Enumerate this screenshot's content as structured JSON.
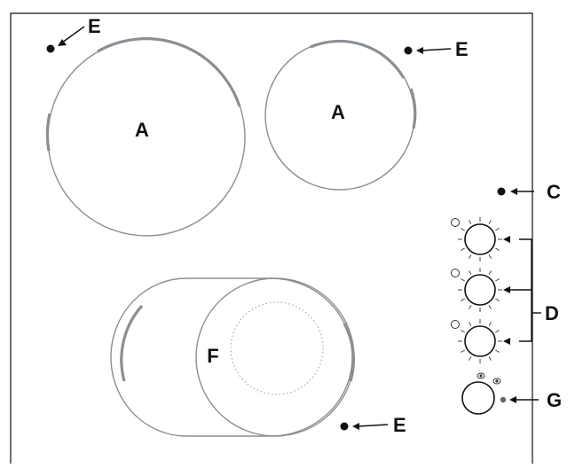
{
  "labels": {
    "zone_large": "A",
    "zone_medium": "A",
    "zone_oval": "F",
    "indicator": "C",
    "knobs": "D",
    "dual_knob": "G",
    "corner": "E"
  },
  "colors": {
    "outline": "#111111",
    "zone_outline": "#8a8f94"
  },
  "icons": {
    "knob_symbol": "single-zone-icon",
    "dual_symbol": "dual-zone-icon"
  }
}
